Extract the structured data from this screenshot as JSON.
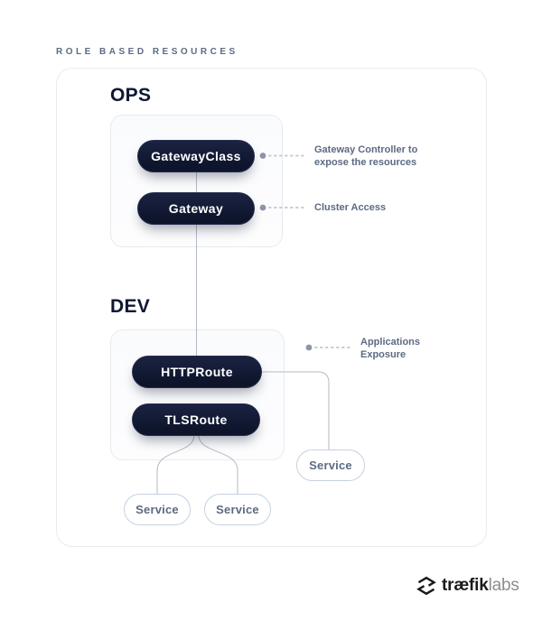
{
  "page": {
    "kicker": "ROLE BASED RESOURCES"
  },
  "sections": {
    "ops": {
      "title": "OPS",
      "nodes": [
        {
          "label": "GatewayClass"
        },
        {
          "label": "Gateway"
        }
      ]
    },
    "dev": {
      "title": "DEV",
      "nodes": [
        {
          "label": "HTTPRoute"
        },
        {
          "label": "TLSRoute"
        }
      ]
    }
  },
  "annotations": [
    {
      "line1": "Gateway Controller to",
      "line2": "expose the resources"
    },
    {
      "line1": "Cluster Access",
      "line2": ""
    },
    {
      "line1": "Applications",
      "line2": "Exposure"
    }
  ],
  "services": [
    {
      "label": "Service"
    },
    {
      "label": "Service"
    },
    {
      "label": "Service"
    }
  ],
  "logo": {
    "brand": "træfik",
    "suffix": "labs"
  },
  "colors": {
    "pill_dark": "#10172e",
    "pill_text": "#ffffff",
    "heading": "#0e1832",
    "muted_text": "#5d6a83",
    "box_border": "#e9ebf0",
    "service_border": "#c7d1de",
    "connector": "#b3bac6",
    "dotted": "#c6ccd6",
    "dot": "#8d96a8"
  }
}
